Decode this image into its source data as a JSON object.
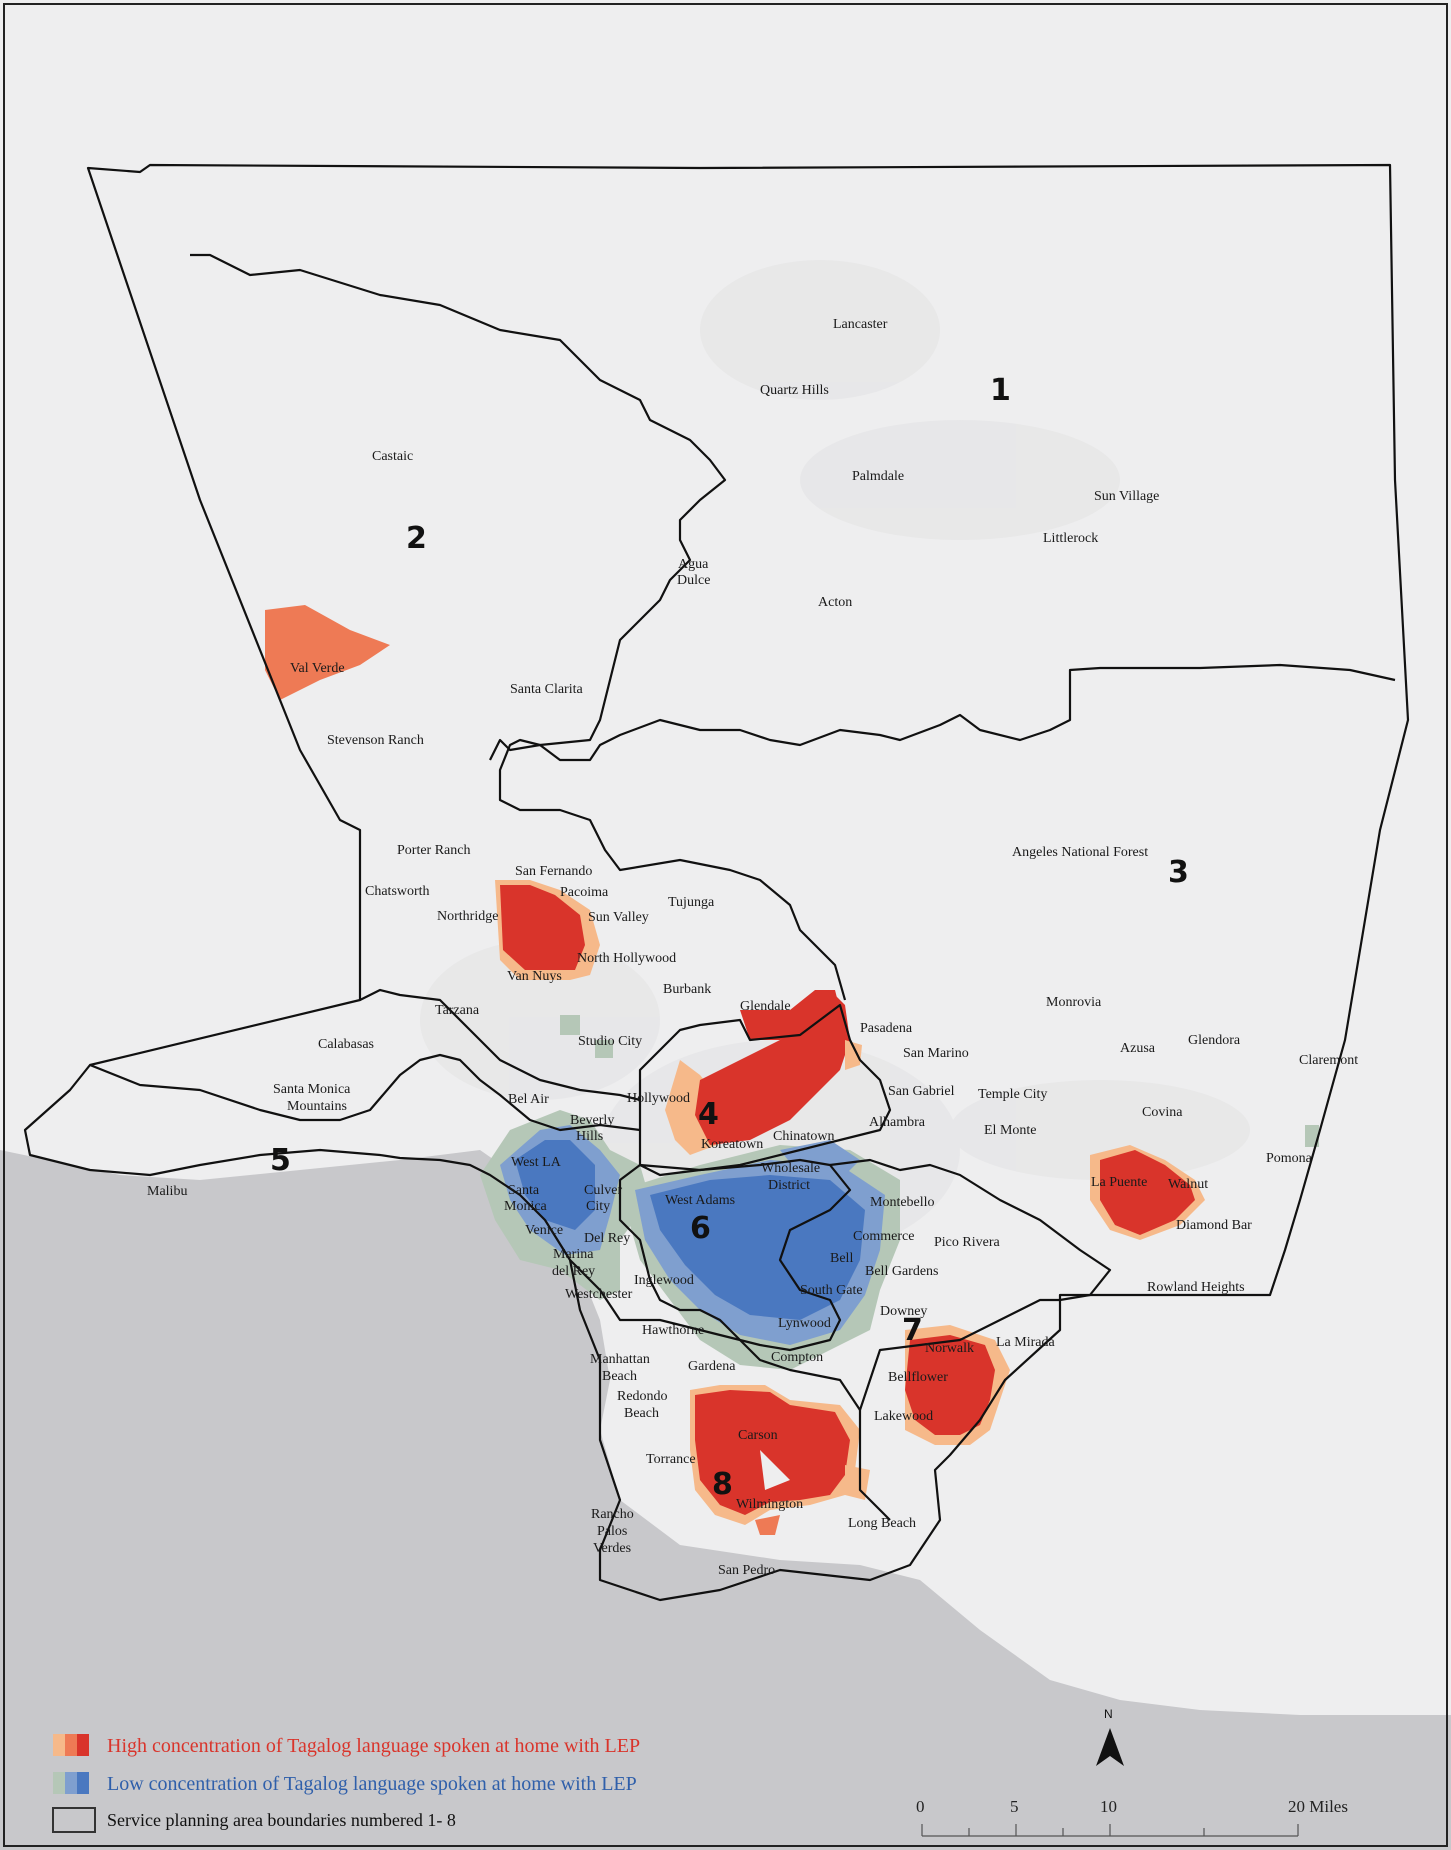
{
  "map": {
    "colors": {
      "ocean": "#c8c8cb",
      "land": "#eeeeef",
      "high_dark": "#d9342b",
      "high_mid": "#ee7a55",
      "high_light": "#f6b98a",
      "low_dark": "#4a78c0",
      "low_mid": "#7f9fcf",
      "low_light": "#b5c7b7",
      "boundary": "#111111",
      "legend_high_text": "#d9342b",
      "legend_low_text": "#2f5faa"
    },
    "spa_numbers": [
      "1",
      "2",
      "3",
      "4",
      "5",
      "6",
      "7",
      "8"
    ],
    "places": [
      "Lancaster",
      "Quartz Hills",
      "Palmdale",
      "Sun Village",
      "Littlerock",
      "Castaic",
      "Agua",
      "Dulce",
      "Acton",
      "Val Verde",
      "Santa Clarita",
      "Stevenson Ranch",
      "Porter Ranch",
      "San Fernando",
      "Pacoima",
      "Chatsworth",
      "Northridge",
      "Sun Valley",
      "Tujunga",
      "North Hollywood",
      "Van Nuys",
      "Burbank",
      "Tarzana",
      "Glendale",
      "Pasadena",
      "Calabasas",
      "Studio City",
      "San Marino",
      "Santa Monica",
      "Mountains",
      "Bel Air",
      "Beverly",
      "Hills",
      "Hollywood",
      "San Gabriel",
      "Temple City",
      "Alhambra",
      "El Monte",
      "Koreatown",
      "Chinatown",
      "Wholesale",
      "District",
      "West LA",
      "Santa",
      "Monica",
      "Culver",
      "City",
      "West Adams",
      "Malibu",
      "Montebello",
      "Commerce",
      "Venice",
      "Del Rey",
      "Marina",
      "del Rey",
      "Bell",
      "Pico Rivera",
      "Bell Gardens",
      "Inglewood",
      "Westchester",
      "South Gate",
      "Downey",
      "Hawthorne",
      "Lynwood",
      "Norwalk",
      "La Mirada",
      "Compton",
      "Manhattan",
      "Beach",
      "Gardena",
      "Bellflower",
      "Redondo",
      "Beach",
      "Lakewood",
      "Carson",
      "Torrance",
      "Wilmington",
      "Long Beach",
      "Rancho",
      "Palos",
      "Verdes",
      "San Pedro",
      "Angeles National Forest",
      "Monrovia",
      "Azusa",
      "Glendora",
      "Claremont",
      "Covina",
      "Pomona",
      "La Puente",
      "Walnut",
      "Diamond Bar",
      "Rowland Heights"
    ]
  },
  "legend": {
    "high": "High concentration of Tagalog language spoken at home with LEP",
    "low": "Low concentration of Tagalog language spoken at home with LEP",
    "boundary": "Service planning area boundaries numbered  1- 8"
  },
  "north_arrow": {
    "label": "N"
  },
  "scale_bar": {
    "labels": [
      "0",
      "5",
      "10",
      "20 Miles"
    ]
  }
}
